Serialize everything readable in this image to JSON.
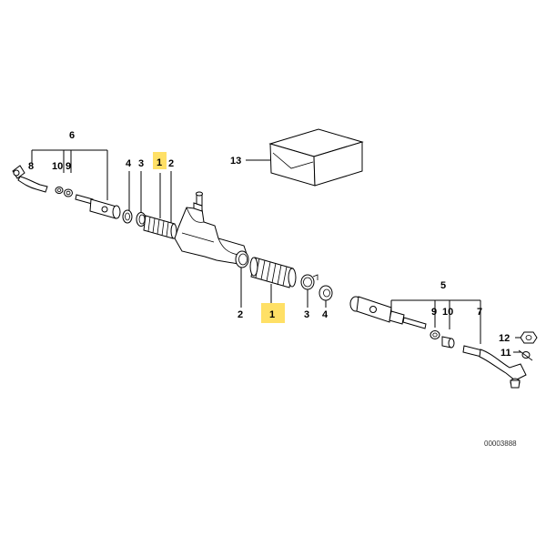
{
  "callouts": {
    "c6": "6",
    "c8": "8",
    "c10": "10",
    "c9a": "9",
    "c4a": "4",
    "c3a": "3",
    "c1a": "1",
    "c2a": "2",
    "c13": "13",
    "c2b": "2",
    "c1b": "1",
    "c3b": "3",
    "c4b": "4",
    "c5": "5",
    "c9b": "9",
    "c10b": "10",
    "c7": "7",
    "c12": "12",
    "c11": "11"
  },
  "highlight_color": "#ffe066",
  "diagram_id": "00003888"
}
